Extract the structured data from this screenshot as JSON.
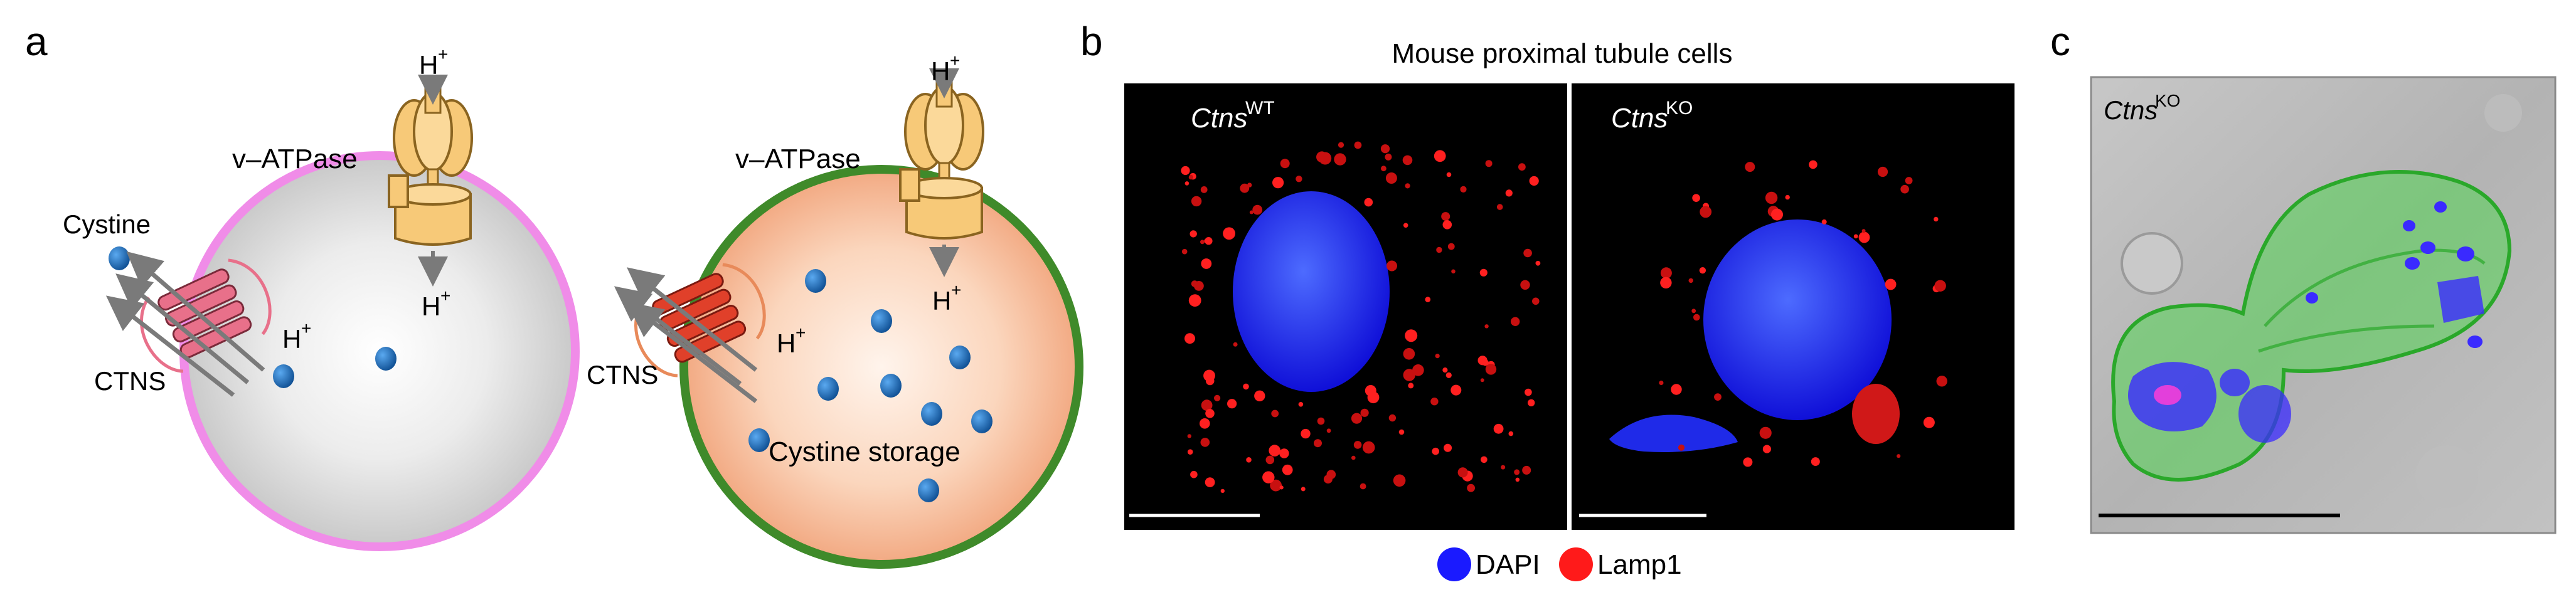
{
  "panels": {
    "a": {
      "label": "a",
      "cell_wt": {
        "proton_top": "H",
        "proton_sup": "+",
        "proton_in": "H",
        "proton_in_sup": "+",
        "pump_label": "v–ATPase",
        "cystine_label": "Cystine",
        "transporter_label": "CTNS",
        "transporter_proton": "H",
        "transporter_proton_sup": "+"
      },
      "cell_ko": {
        "proton_top": "H",
        "proton_sup": "+",
        "proton_in": "H",
        "proton_in_sup": "+",
        "pump_label": "v–ATPase",
        "transporter_label": "CTNS",
        "transporter_proton": "H",
        "transporter_proton_sup": "+",
        "storage_label": "Cystine storage"
      }
    },
    "b": {
      "label": "b",
      "title": "Mouse proximal tubule cells",
      "left_image": {
        "gene": "Ctns",
        "sup": "WT"
      },
      "right_image": {
        "gene": "Ctns",
        "sup": "KO"
      },
      "legend": [
        {
          "label": "DAPI",
          "color": "#1a1aff"
        },
        {
          "label": "Lamp1",
          "color": "#ff1a1a"
        }
      ]
    },
    "c": {
      "label": "c",
      "image": {
        "gene": "Ctns",
        "sup": "KO"
      }
    }
  },
  "colors": {
    "wt_membrane": "#f08ce8",
    "ko_membrane": "#3f8a2a",
    "ko_interior": "#f5b99a",
    "pump": "#f7c978",
    "transporter_wt": "#e8708a",
    "transporter_ko": "#e0402a",
    "cystine": "#1f6fb5",
    "dapi": "#1a1aff",
    "lamp1": "#ff1a1a",
    "em_green": "#3ddc3d"
  }
}
